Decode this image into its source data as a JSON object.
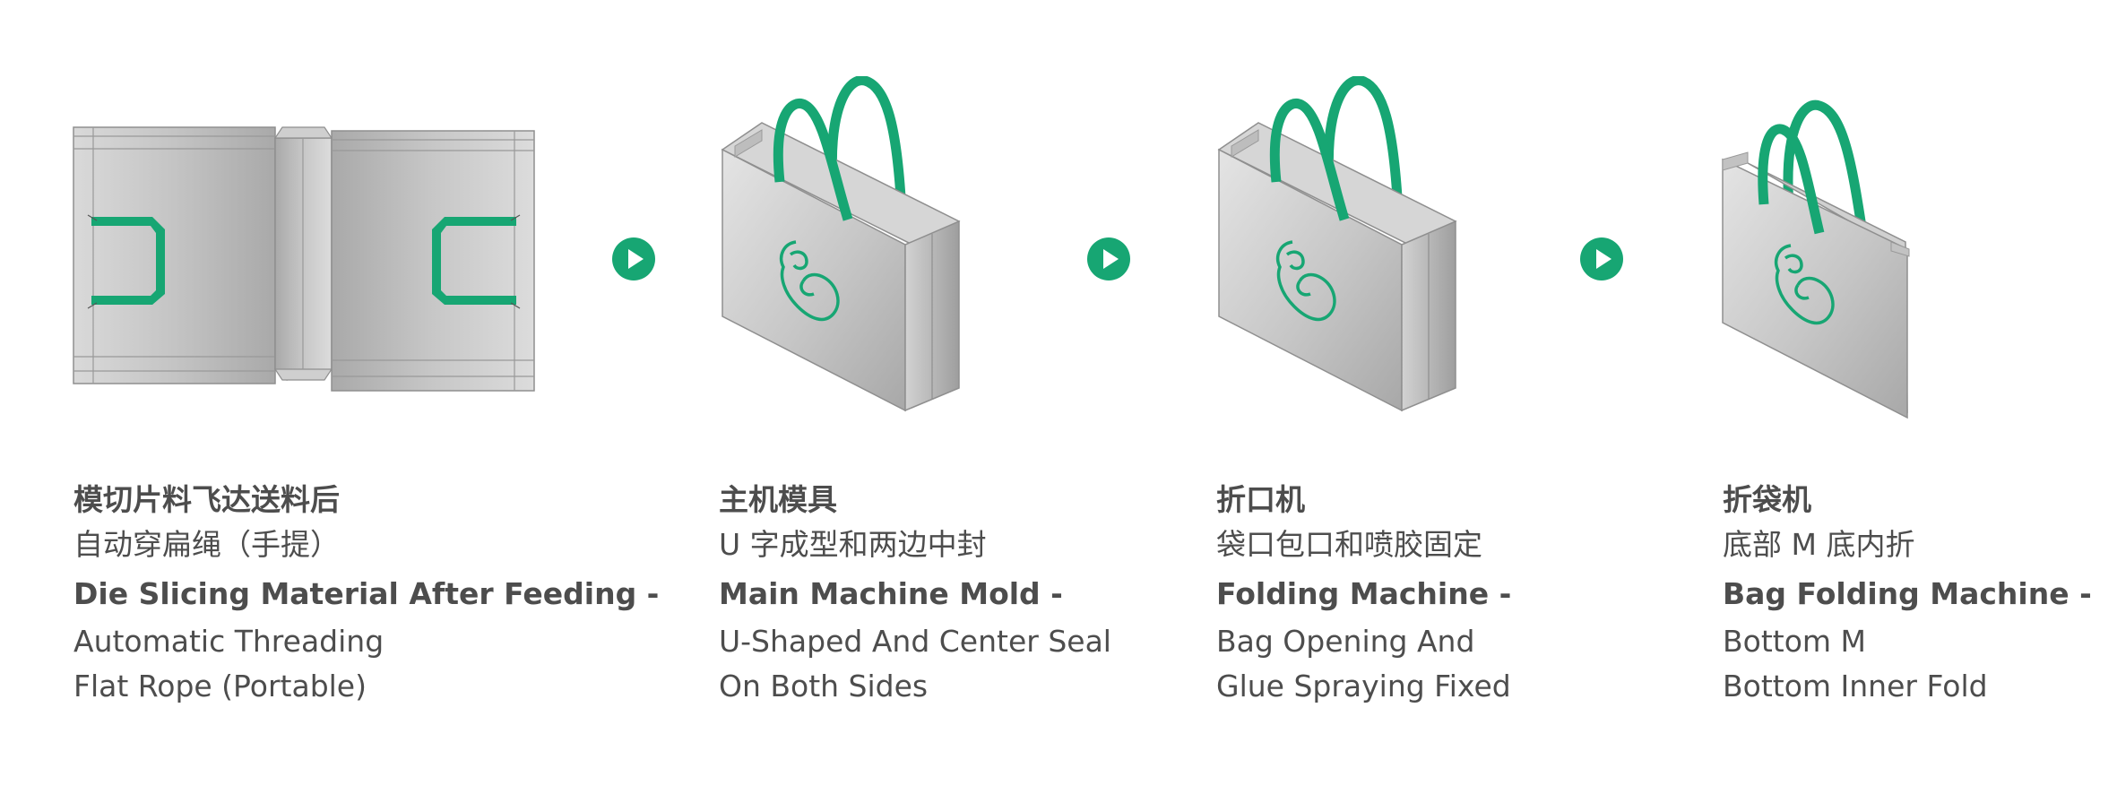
{
  "colors": {
    "accent": "#17a673",
    "bag_light": "#e6e6e6",
    "bag_dark": "#a8a8a8",
    "text": "#4d4d4d"
  },
  "icons": [
    "flat-bag-blank-icon",
    "play-arrow-icon",
    "bag-with-handles-icon",
    "heart-hand-logo-icon"
  ],
  "steps": [
    {
      "title_cn": "模切片料飞达送料后",
      "sub_cn": "自动穿扁绳（手提）",
      "title_en": "Die Slicing Material After Feeding -",
      "desc_en_1": "Automatic Threading",
      "desc_en_2": "Flat Rope (Portable)"
    },
    {
      "title_cn": "主机模具",
      "sub_cn": "U 字成型和两边中封",
      "title_en": "Main Machine Mold -",
      "desc_en_1": "U-Shaped And Center Seal",
      "desc_en_2": "On Both Sides"
    },
    {
      "title_cn": "折口机",
      "sub_cn": "袋口包口和喷胶固定",
      "title_en": "Folding Machine -",
      "desc_en_1": "Bag Opening And",
      "desc_en_2": "Glue Spraying Fixed"
    },
    {
      "title_cn": "折袋机",
      "sub_cn": "底部 M 底内折",
      "title_en": "Bag Folding Machine -",
      "desc_en_1": "Bottom M",
      "desc_en_2": "Bottom Inner Fold"
    }
  ]
}
